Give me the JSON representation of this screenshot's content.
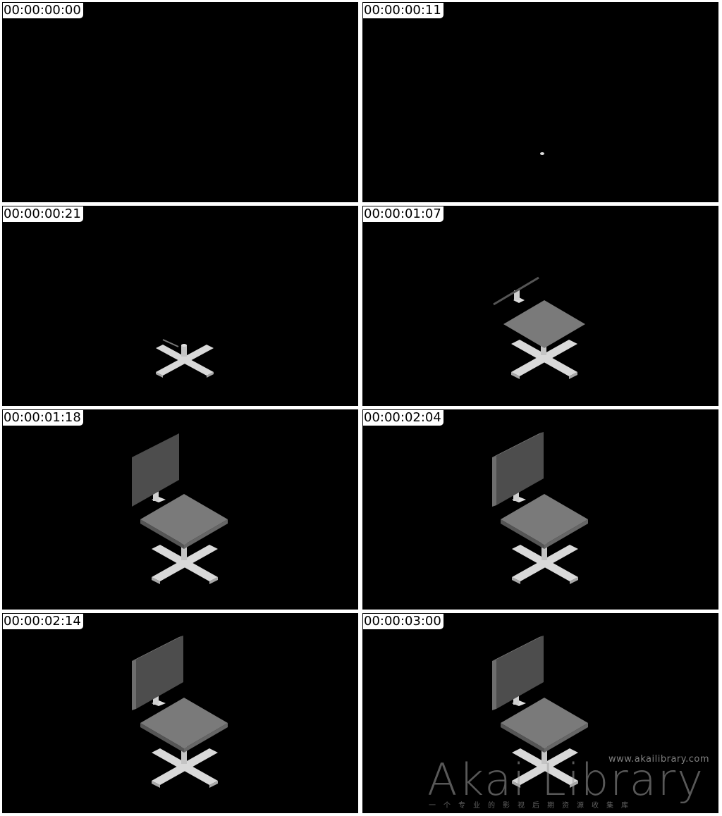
{
  "frames": [
    {
      "timecode": "00:00:00:00",
      "stage": "empty"
    },
    {
      "timecode": "00:00:00:11",
      "stage": "dot"
    },
    {
      "timecode": "00:00:00:21",
      "stage": "base"
    },
    {
      "timecode": "00:00:01:07",
      "stage": "seat"
    },
    {
      "timecode": "00:00:01:18",
      "stage": "back_flat"
    },
    {
      "timecode": "00:00:02:04",
      "stage": "back_thick"
    },
    {
      "timecode": "00:00:02:14",
      "stage": "full"
    },
    {
      "timecode": "00:00:03:00",
      "stage": "full"
    }
  ],
  "watermark": {
    "url": "www.akailibrary.com",
    "logo": "Akai Library",
    "tagline": "一个专业的影视后期资源收集库"
  },
  "colors": {
    "background": "#000000",
    "leg_light": "#d9d9d9",
    "leg_side": "#a8a8a8",
    "seat_top": "#7a7a7a",
    "seat_side": "#555555",
    "back_face": "#4d4d4d",
    "back_edge": "#6e6e6e"
  }
}
